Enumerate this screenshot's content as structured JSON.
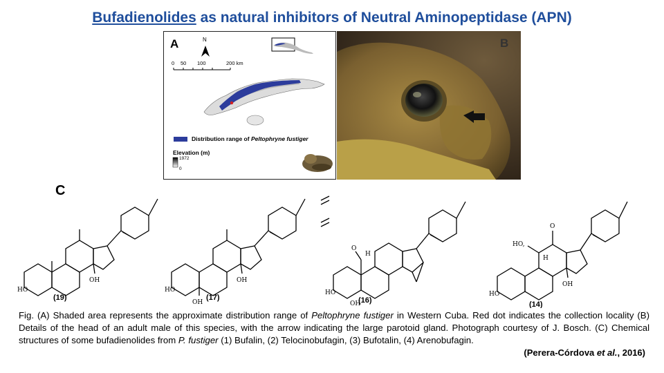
{
  "title": {
    "part1": "Bufadienolides",
    "part2": " as natural inhibitors of Neutral Aminopeptidase (APN)"
  },
  "panel_a": {
    "label": "A",
    "north": "N",
    "scale_ticks": [
      "0",
      "50",
      "100",
      "200 km"
    ],
    "legend_prefix": "Distribution range of ",
    "legend_species": "Peltophryne fustiger",
    "elevation_title": "Elevation (m)",
    "elev_max": "1972",
    "elev_min": "0",
    "colors": {
      "range": "#2c3c9c",
      "marker": "#d32020"
    }
  },
  "panel_b": {
    "label": "B"
  },
  "panel_c": {
    "label": "C",
    "structures": [
      {
        "compound_number": "(19)",
        "ho": "HO",
        "oh": "OH"
      },
      {
        "compound_number": "(17)",
        "ho": "HO",
        "oh1": "OH",
        "oh2": "OH"
      },
      {
        "compound_number": "(16)",
        "ho": "HO",
        "oh": "OH",
        "h": "H",
        "o": "O"
      },
      {
        "compound_number": "(14)",
        "ho": "HO",
        "oh": "OH",
        "h": "H",
        "o": "O",
        "ho2": "HO,"
      }
    ]
  },
  "caption": {
    "s1": "Fig. (A) Shaded area represents the approximate distribution range of ",
    "sp1": "Peltophryne fustiger",
    "s2": " in Western Cuba. Red dot indicates the collection locality (B) Details of the head of an adult male of this species, with the arrow indicating the large parotoid gland. Photograph courtesy of J. Bosch. (C) Chemical structures of some bufadienolides from ",
    "sp2": "P. fustiger",
    "s3": " (1) Bufalin, (2) Telocinobufagin, (3) Bufotalin, (4) Arenobufagin."
  },
  "citation": {
    "authors": "(Perera-Córdova ",
    "etal": "et al.",
    "year": ", 2016)"
  }
}
